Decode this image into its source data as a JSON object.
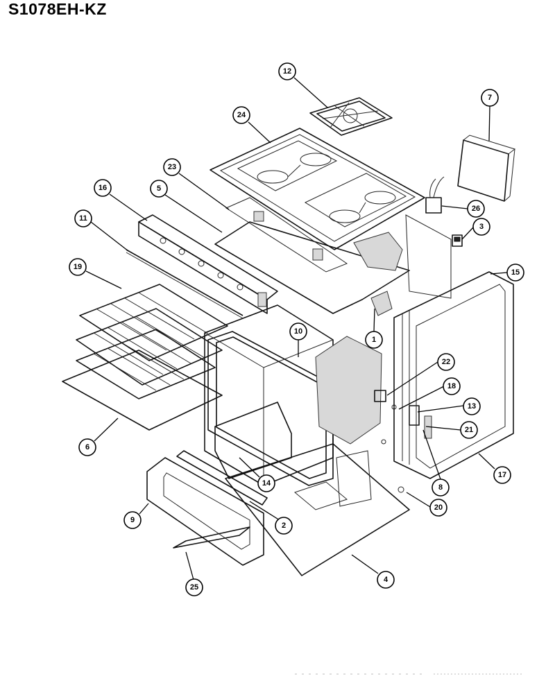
{
  "title": "S1078EH-KZ",
  "callouts": [
    {
      "id": "c12",
      "label": "12"
    },
    {
      "id": "c7",
      "label": "7"
    },
    {
      "id": "c24",
      "label": "24"
    },
    {
      "id": "c23",
      "label": "23"
    },
    {
      "id": "c16",
      "label": "16"
    },
    {
      "id": "c5",
      "label": "5"
    },
    {
      "id": "c26",
      "label": "26"
    },
    {
      "id": "c11",
      "label": "11"
    },
    {
      "id": "c3",
      "label": "3"
    },
    {
      "id": "c19",
      "label": "19"
    },
    {
      "id": "c15",
      "label": "15"
    },
    {
      "id": "c10",
      "label": "10"
    },
    {
      "id": "c1",
      "label": "1"
    },
    {
      "id": "c22",
      "label": "22"
    },
    {
      "id": "c18",
      "label": "18"
    },
    {
      "id": "c13",
      "label": "13"
    },
    {
      "id": "c21",
      "label": "21"
    },
    {
      "id": "c6",
      "label": "6"
    },
    {
      "id": "c14",
      "label": "14"
    },
    {
      "id": "c17",
      "label": "17"
    },
    {
      "id": "c8",
      "label": "8"
    },
    {
      "id": "c9",
      "label": "9"
    },
    {
      "id": "c2",
      "label": "2"
    },
    {
      "id": "c20",
      "label": "20"
    },
    {
      "id": "c4",
      "label": "4"
    },
    {
      "id": "c25",
      "label": "25"
    }
  ]
}
